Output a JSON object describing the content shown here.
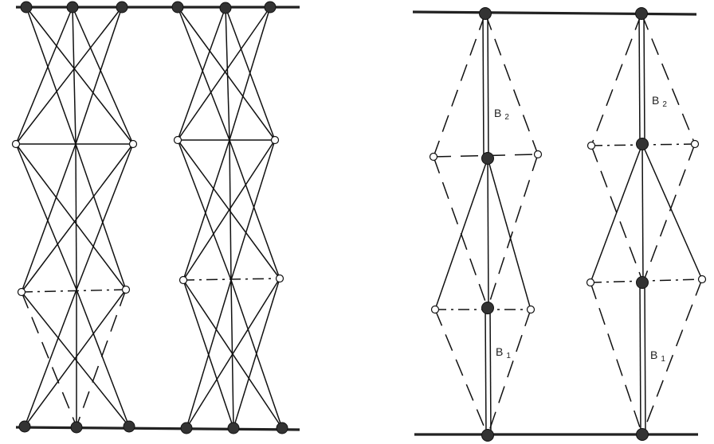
{
  "labels": {
    "b2": "B",
    "b2_sub": "2",
    "b1": "B",
    "b1_sub": "1"
  },
  "colors": {
    "stroke": "#111111",
    "node_fill": "#333333",
    "background": "#ffffff"
  }
}
